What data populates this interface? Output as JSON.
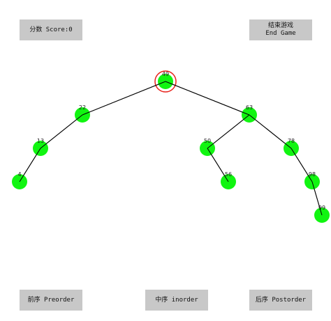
{
  "buttons": {
    "score": "分数 Score:0",
    "end_cn": "结束游戏",
    "end_en": "End Game",
    "preorder": "前序 Preorder",
    "inorder": "中序 inorder",
    "postorder": "后序 Postorder"
  },
  "colors": {
    "node": "#11f511",
    "edge": "#000000",
    "highlight": "#e8211a",
    "button": "#c8c8c8"
  },
  "tree": {
    "nodes": [
      {
        "id": "n49",
        "value": "49",
        "highlighted": true
      },
      {
        "id": "n22",
        "value": "22"
      },
      {
        "id": "n63",
        "value": "63"
      },
      {
        "id": "n13",
        "value": "13"
      },
      {
        "id": "n50",
        "value": "50"
      },
      {
        "id": "n78",
        "value": "78"
      },
      {
        "id": "n4",
        "value": "4"
      },
      {
        "id": "n56",
        "value": "56"
      },
      {
        "id": "n98",
        "value": "98"
      },
      {
        "id": "n99",
        "value": "99"
      }
    ],
    "edges": [
      [
        "n49",
        "n22"
      ],
      [
        "n49",
        "n63"
      ],
      [
        "n22",
        "n13"
      ],
      [
        "n13",
        "n4"
      ],
      [
        "n63",
        "n50"
      ],
      [
        "n63",
        "n78"
      ],
      [
        "n50",
        "n56"
      ],
      [
        "n78",
        "n98"
      ],
      [
        "n98",
        "n99"
      ]
    ]
  }
}
